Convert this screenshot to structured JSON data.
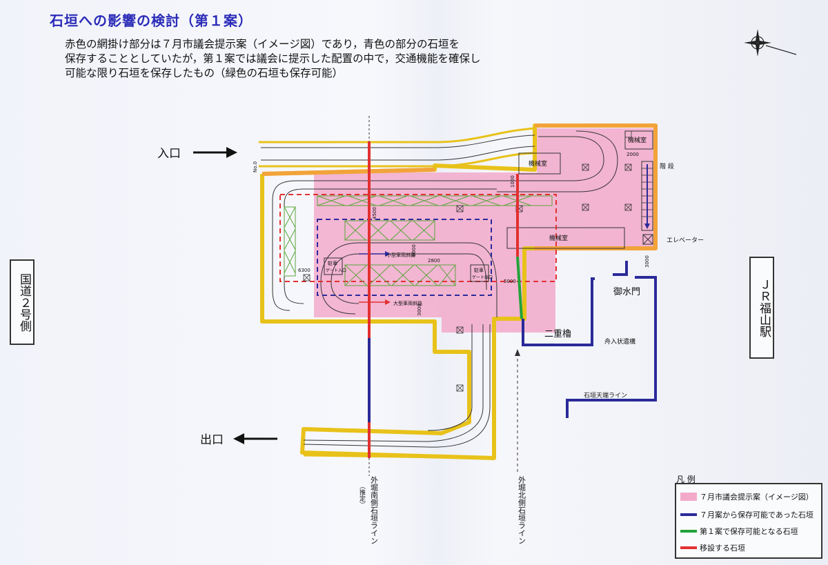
{
  "title": "石垣への影響の検討（第１案）",
  "description": [
    "赤色の網掛け部分は７月市議会提示案（イメージ図）であり，青色の部分の石垣を",
    "保存することとしていたが，第１案では議会に提示した配置の中で，交通機能を確保し",
    "可能な限り石垣を保存したもの（緑色の石垣も保存可能）"
  ],
  "labels": {
    "entrance": "入口",
    "exit": "出口",
    "kokudo": "国道２号側",
    "jr": "ＪＲ福山駅",
    "stairs": "階 段",
    "elevator": "エレベーター",
    "machine_room": "機械室",
    "gosuimon": "御水門",
    "nijuyagura": "二重櫓",
    "funairi": "舟入状遺構",
    "tenba_line": "石垣天端ライン",
    "south_line": "外堀南側石垣ライン",
    "south_line_note": "（推定）",
    "north_line": "外堀北側石垣ライン",
    "no_label": "No.0",
    "kogata_lane": "小型車両斜路",
    "ogata_lane": "大型車両斜路",
    "parking": "駐車",
    "gate_in": "ゲート入口",
    "gate_out": "ゲート出口"
  },
  "dimensions": [
    "6300",
    "2800",
    "5000",
    "3000",
    "2000",
    "6000",
    "4500",
    "1000",
    "3000"
  ],
  "legend": {
    "title": "凡 例",
    "items": [
      {
        "label": "７月市議会提示案（イメージ図）",
        "color": "#f2aacb",
        "kind": "fill"
      },
      {
        "label": "７月案から保存可能であった石垣",
        "color": "#2a2a99",
        "kind": "line"
      },
      {
        "label": "第１案で保存可能となる石垣",
        "color": "#22a33a",
        "kind": "line"
      },
      {
        "label": "移設する石垣",
        "color": "#e23030",
        "kind": "line"
      }
    ]
  },
  "colors": {
    "pink": "#f2aacb",
    "blue": "#2a2a99",
    "green": "#22a33a",
    "red": "#e23030",
    "yellow": "#e8c21a",
    "orange": "#f2a33a"
  }
}
